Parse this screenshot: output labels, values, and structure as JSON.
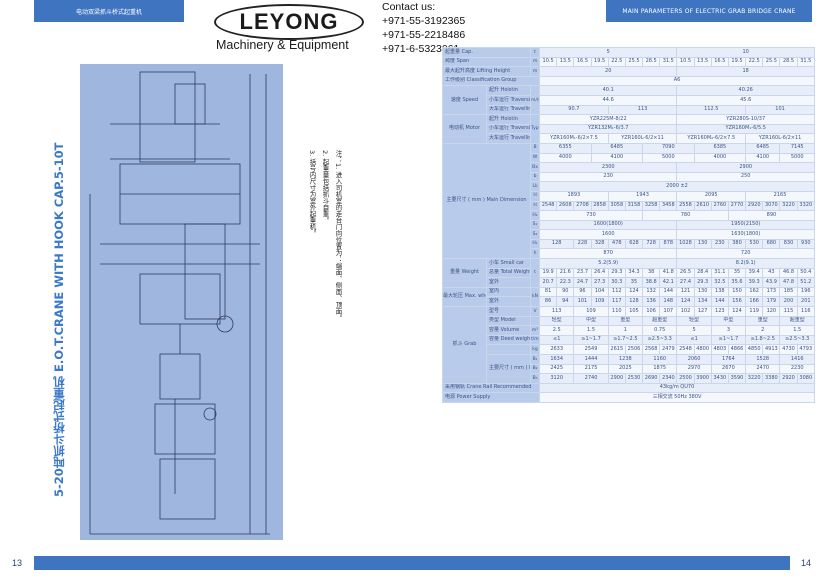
{
  "header": {
    "left_tab": "电动双梁抓斗桥式起重机",
    "right_tab": "MAIN PARAMETERS OF ELECTRIC GRAB BRIDGE CRANE"
  },
  "logo": {
    "word": "LEYONG",
    "subtitle": "Machinery & Equipment"
  },
  "contact": {
    "heading": "Contact us:",
    "phones": [
      "+971-55-3192365",
      "+971-55-2218486",
      "+971-6-5323061"
    ]
  },
  "left_page": {
    "title_cn": "5-20吨抓斗桥式起重机",
    "title_en": "E.O.T.CRANE WITH HOOK CAP.5-10T",
    "notes": [
      "注：1. 进入司机室的走台门向位置为：端面、侧面、顶面。",
      "2. 起重量包括抓斗自重。",
      "3. 括号内尺寸为室外起重机。"
    ]
  },
  "table": {
    "capacity_label": "起重量 Cap.",
    "capacity_unit": "t",
    "capacities": [
      "5",
      "10"
    ],
    "span_label": "跨度 Span",
    "span_unit": "m",
    "spans": [
      "10.5",
      "13.5",
      "16.5",
      "19.5",
      "22.5",
      "25.5",
      "28.5",
      "31.5",
      "10.5",
      "13.5",
      "16.5",
      "19.5",
      "22.5",
      "25.5",
      "28.5",
      "31.5"
    ],
    "lift_label": "最大起升高度 Lifting Height",
    "lift_unit": "m",
    "lift": [
      "20",
      "18"
    ],
    "group_label": "工作级别 Classification Group",
    "group_value": "A6",
    "speed_label": "速度 Speed",
    "speed_unit": "m/min",
    "hoist_label": "起升 Hoistin",
    "trolley_label": "小车运行 Traversing",
    "travel_label": "大车运行 Travelling",
    "hoist_speed": [
      "40.1",
      "40.26"
    ],
    "trolley_speed": [
      "44.6",
      "45.6"
    ],
    "travel_speed": [
      "90.7",
      "113",
      "112.5",
      "101"
    ],
    "motor_label": "电动机 Motor",
    "motor_unit": "Type/kw",
    "motor_hoist": [
      "YZR225M-8/22",
      "YZR280S-10/37"
    ],
    "motor_trolley": [
      "YZR132M₁-6/3.7",
      "YZR160M₁-6/5.5"
    ],
    "motor_travel": [
      "YZR160M₁-6/2×7.5",
      "YZR160L-6/2×11",
      "YZR160M₂-6/2×7.5",
      "YZR160L-6/2×11"
    ],
    "dim_label": "主要尺寸 ( mm ) Main Dimension",
    "dim_rows": [
      {
        "code": "B",
        "vals": [
          "6355",
          "6485",
          "7090",
          "6385",
          "6485",
          "7145"
        ]
      },
      {
        "code": "W",
        "vals": [
          "4000",
          "4100",
          "5000",
          "4000",
          "4100",
          "5000"
        ]
      },
      {
        "code": "Bx",
        "vals": [
          "2300",
          "2900"
        ]
      },
      {
        "code": "b",
        "vals": [
          "230",
          "250"
        ]
      },
      {
        "code": "Lk",
        "vals": [
          "2000 ±2"
        ]
      },
      {
        "code": "H",
        "vals": [
          "1893",
          "1943",
          "2095",
          "2165"
        ]
      },
      {
        "code": "H",
        "vals": [
          "2548",
          "2608",
          "2708",
          "2858",
          "3058",
          "3158",
          "3258",
          "3458",
          "2558",
          "2610",
          "2760",
          "2770",
          "2920",
          "3070",
          "3220",
          "3320"
        ]
      },
      {
        "code": "H₂",
        "vals": [
          "730",
          "780",
          "890"
        ]
      },
      {
        "code": "S₁",
        "vals": [
          "1600(1800)",
          "1950(2150)"
        ]
      },
      {
        "code": "S₂",
        "vals": [
          "1600",
          "1630(1800)"
        ]
      },
      {
        "code": "H₁",
        "vals": [
          "128",
          "228",
          "328",
          "478",
          "628",
          "728",
          "878",
          "1028",
          "130",
          "230",
          "380",
          "530",
          "680",
          "830",
          "930"
        ]
      },
      {
        "code": "h",
        "vals": [
          "870",
          "720"
        ]
      }
    ],
    "weight_label": "重量 Weight",
    "weight_unit": "t",
    "trolley_w_label": "小车 Small car",
    "trolley_w": [
      "5.2(5.9)",
      "8.2(9.1)"
    ],
    "total_label": "总量 Total Weight",
    "indoor": "室内",
    "outdoor": "室外",
    "total_in": [
      "19.9",
      "21.6",
      "23.7",
      "26.4",
      "29.3",
      "34.3",
      "38",
      "41.8",
      "26.5",
      "28.4",
      "31.1",
      "35",
      "39.4",
      "43",
      "46.8",
      "50.4"
    ],
    "total_out": [
      "20.7",
      "22.3",
      "24.7",
      "27.3",
      "30.3",
      "35",
      "38.8",
      "42.1",
      "27.4",
      "29.3",
      "32.5",
      "35.6",
      "39.3",
      "43.9",
      "47.8",
      "51.2"
    ],
    "wheel_label": "最大轮压 Max. wheel loading",
    "wheel_unit": "kN",
    "wheel_in": [
      "81",
      "90",
      "96",
      "104",
      "112",
      "124",
      "132",
      "144",
      "121",
      "130",
      "138",
      "150",
      "162",
      "173",
      "185",
      "196"
    ],
    "wheel_out": [
      "86",
      "94",
      "101",
      "109",
      "117",
      "128",
      "136",
      "148",
      "124",
      "134",
      "144",
      "156",
      "166",
      "179",
      "200",
      "201"
    ],
    "grab_label": "抓斗 Grab",
    "grab_type_label": "型号",
    "grab_type_unit": "V",
    "grab_types": [
      "113",
      "109",
      "110",
      "105",
      "106",
      "107",
      "102",
      "127",
      "123",
      "124",
      "119",
      "120",
      "115",
      "116"
    ],
    "grab_model_label": "类型 Model",
    "grab_models": [
      "轻型",
      "中型",
      "重型",
      "超重型",
      "轻型",
      "中型",
      "重型",
      "超重型"
    ],
    "grab_cap_label": "容量 Volume",
    "grab_cap_unit": "m³",
    "grab_caps": [
      "2.5",
      "1.5",
      "1",
      "0.75",
      "5",
      "3",
      "2",
      "1.5"
    ],
    "grab_density_label": "容量 Deed weight",
    "grab_density_unit": "t/m³",
    "grab_density": [
      "≤1",
      "≥1~1.7",
      "≥1.7~2.5",
      "≥2.5~3.3",
      "≤1",
      "≥1~1.7",
      "≥1.8~2.5",
      "≥2.5~3.3"
    ],
    "grab_weight_unit": "kg",
    "grab_weights": [
      "2633",
      "2549",
      "2615",
      "2506",
      "2568",
      "2479",
      "2548",
      "4800",
      "4803",
      "4866",
      "4850",
      "4913",
      "4730",
      "4793"
    ],
    "grab_dim_label": "主要尺寸 ( mm ) Main Dimension",
    "grab_dim_rows": [
      {
        "code": "B₁",
        "vals": [
          "1634",
          "1444",
          "1238",
          "1160",
          "2060",
          "1764",
          "1528",
          "1416"
        ]
      },
      {
        "code": "B₂",
        "vals": [
          "2425",
          "2175",
          "2025",
          "1875",
          "2970",
          "2670",
          "2470",
          "2230"
        ]
      },
      {
        "code": "B₃",
        "vals": [
          "3120",
          "2740",
          "2900",
          "2530",
          "2690",
          "2340",
          "2500",
          "3900",
          "3430",
          "3590",
          "3220",
          "3380",
          "2920",
          "3080"
        ]
      }
    ],
    "rail_label": "采用钢轨 Crane Rail Recommended",
    "rail_value": "43kg/m QU70",
    "power_label": "电源 Power Supply",
    "power_value": "三相交流 50Hz 380V"
  },
  "pages": {
    "left": "13",
    "right": "14"
  }
}
